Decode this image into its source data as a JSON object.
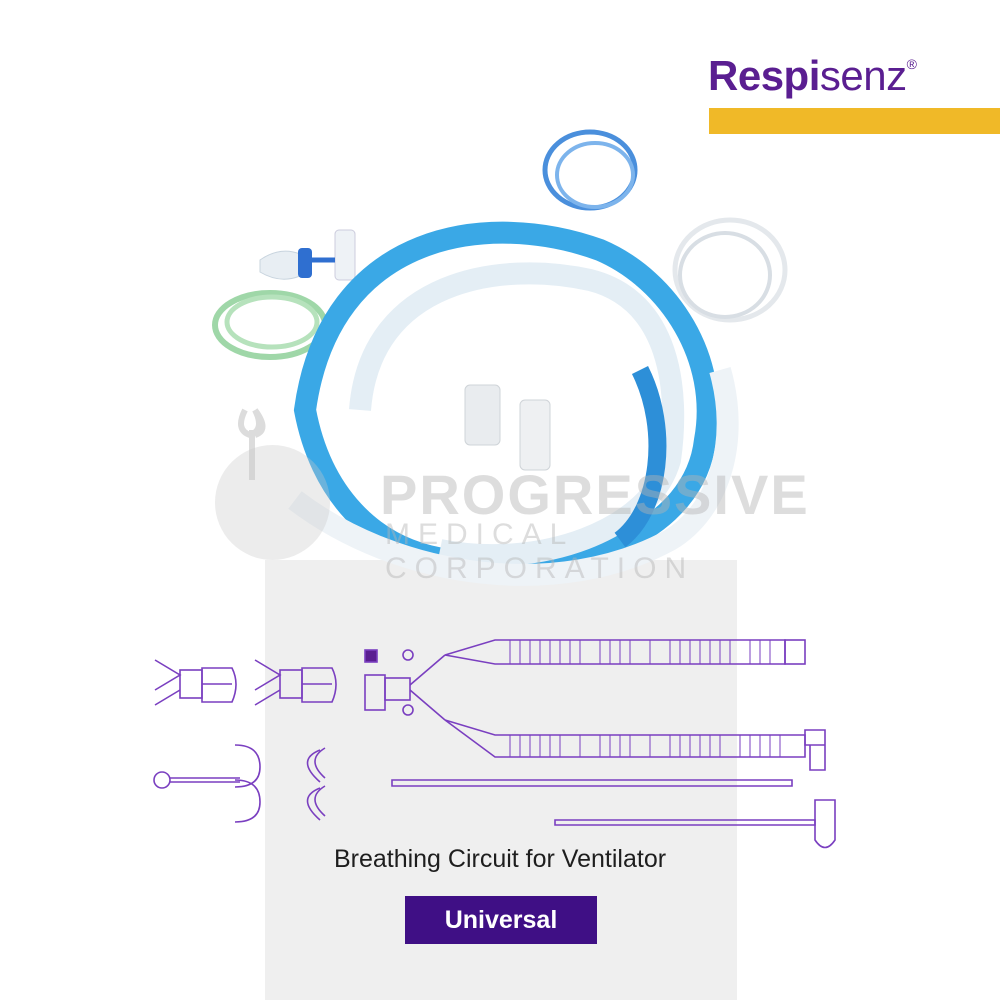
{
  "brand": {
    "name_bold": "Respi",
    "name_light": "senz",
    "registered": "®",
    "color": "#5a1e91",
    "bar_color": "#f0b928"
  },
  "watermark": {
    "line1": "PROGRESSIVE",
    "line2": "MEDICAL CORPORATION"
  },
  "product": {
    "title": "Breathing Circuit for Ventilator",
    "variant": "Universal",
    "variant_bg": "#3f0f85"
  },
  "colors": {
    "line_art": "#7a3fc0",
    "panel": "#efefef",
    "tube_blue": "#3aa8e6",
    "tube_clear": "#e4eef5"
  }
}
